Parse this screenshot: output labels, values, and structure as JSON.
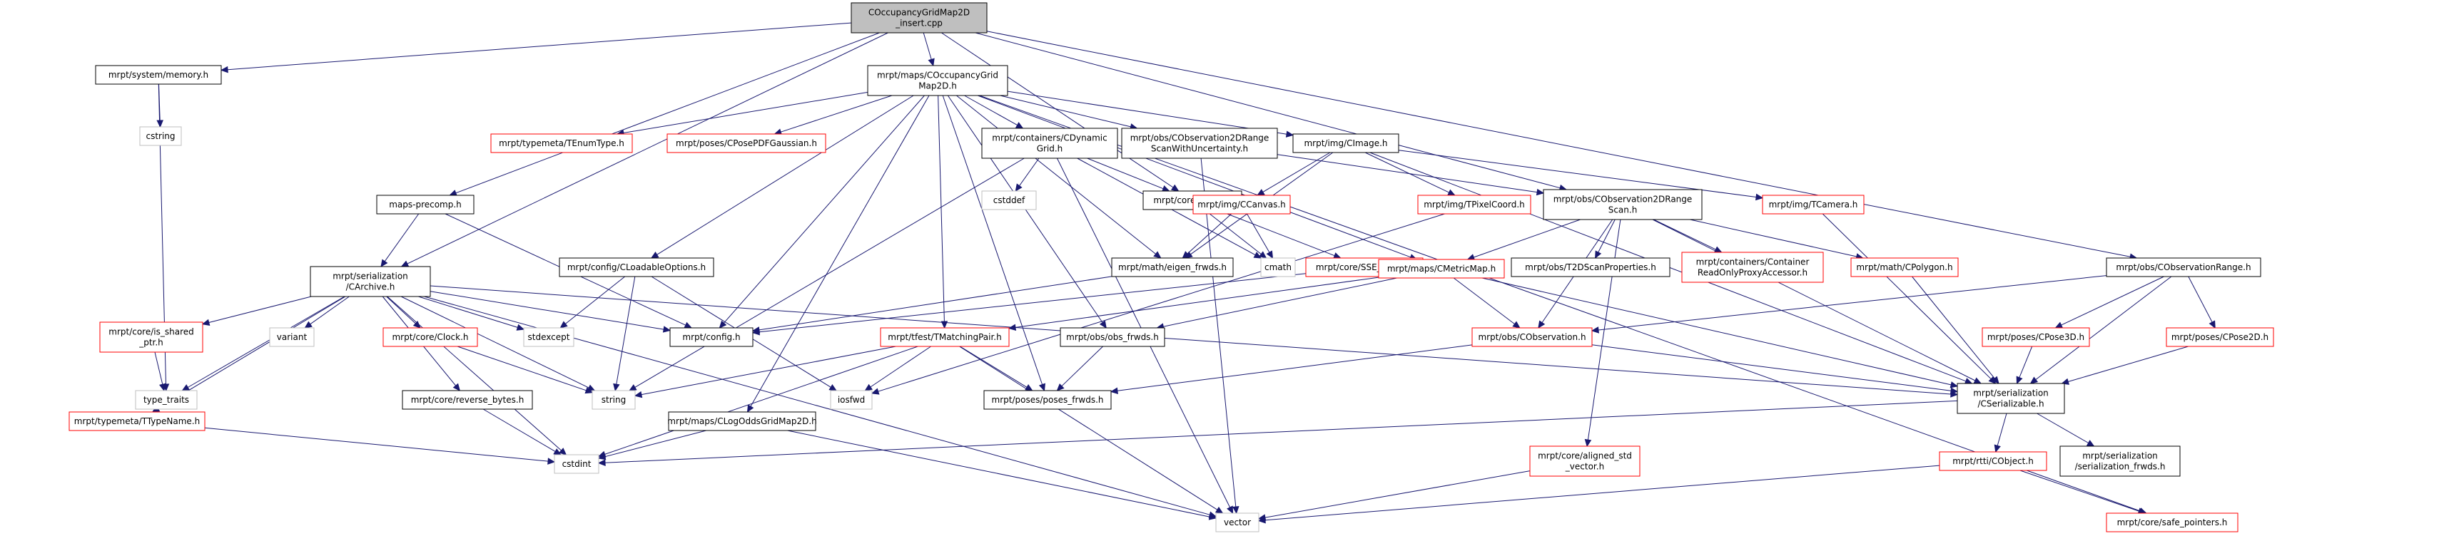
{
  "diagram": {
    "root": "COccupancyGridMap2D_insert.cpp",
    "nodes": [
      {
        "id": "root",
        "lines": [
          "COccupancyGridMap2D",
          "_insert.cpp"
        ],
        "style": "root"
      },
      {
        "id": "memory",
        "lines": [
          "mrpt/system/memory.h"
        ],
        "style": "black"
      },
      {
        "id": "cogm",
        "lines": [
          "mrpt/maps/COccupancyGrid",
          "Map2D.h"
        ],
        "style": "black"
      },
      {
        "id": "cstring",
        "lines": [
          "cstring"
        ],
        "style": "grey"
      },
      {
        "id": "tenum",
        "lines": [
          "mrpt/typemeta/TEnumType.h"
        ],
        "style": "red"
      },
      {
        "id": "cpdfg",
        "lines": [
          "mrpt/poses/CPosePDFGaussian.h"
        ],
        "style": "red"
      },
      {
        "id": "cdyn",
        "lines": [
          "mrpt/containers/CDynamic",
          "Grid.h"
        ],
        "style": "black"
      },
      {
        "id": "co2drsu",
        "lines": [
          "mrpt/obs/CObservation2DRange",
          "ScanWithUncertainty.h"
        ],
        "style": "black"
      },
      {
        "id": "cimage",
        "lines": [
          "mrpt/img/CImage.h"
        ],
        "style": "black"
      },
      {
        "id": "cstddef",
        "lines": [
          "cstddef"
        ],
        "style": "grey"
      },
      {
        "id": "round",
        "lines": [
          "mrpt/core/round.h"
        ],
        "style": "black"
      },
      {
        "id": "ccanvas",
        "lines": [
          "mrpt/img/CCanvas.h"
        ],
        "style": "red"
      },
      {
        "id": "tpixel",
        "lines": [
          "mrpt/img/TPixelCoord.h"
        ],
        "style": "red"
      },
      {
        "id": "co2drs",
        "lines": [
          "mrpt/obs/CObservation2DRange",
          "Scan.h"
        ],
        "style": "black"
      },
      {
        "id": "tcamera",
        "lines": [
          "mrpt/img/TCamera.h"
        ],
        "style": "red"
      },
      {
        "id": "mapsprecomp",
        "lines": [
          "maps-precomp.h"
        ],
        "style": "black"
      },
      {
        "id": "cloadable",
        "lines": [
          "mrpt/config/CLoadableOptions.h"
        ],
        "style": "black"
      },
      {
        "id": "eigenfwrds",
        "lines": [
          "mrpt/math/eigen_frwds.h"
        ],
        "style": "black"
      },
      {
        "id": "cmath",
        "lines": [
          "cmath"
        ],
        "style": "grey"
      },
      {
        "id": "sse",
        "lines": [
          "mrpt/core/SSE_types.h"
        ],
        "style": "red"
      },
      {
        "id": "cmetric",
        "lines": [
          "mrpt/maps/CMetricMap.h"
        ],
        "style": "red"
      },
      {
        "id": "t2dscan",
        "lines": [
          "mrpt/obs/T2DScanProperties.h"
        ],
        "style": "black"
      },
      {
        "id": "roproxy",
        "lines": [
          "mrpt/containers/Container",
          "ReadOnlyProxyAccessor.h"
        ],
        "style": "red"
      },
      {
        "id": "cpolygon",
        "lines": [
          "mrpt/math/CPolygon.h"
        ],
        "style": "red"
      },
      {
        "id": "cobsrange",
        "lines": [
          "mrpt/obs/CObservationRange.h"
        ],
        "style": "black"
      },
      {
        "id": "carchive",
        "lines": [
          "mrpt/serialization",
          "/CArchive.h"
        ],
        "style": "black"
      },
      {
        "id": "config",
        "lines": [
          "mrpt/config.h"
        ],
        "style": "black"
      },
      {
        "id": "stdexcept",
        "lines": [
          "stdexcept"
        ],
        "style": "grey"
      },
      {
        "id": "isshared",
        "lines": [
          "mrpt/core/is_shared",
          "_ptr.h"
        ],
        "style": "red"
      },
      {
        "id": "variant",
        "lines": [
          "variant"
        ],
        "style": "grey"
      },
      {
        "id": "clock",
        "lines": [
          "mrpt/core/Clock.h"
        ],
        "style": "red"
      },
      {
        "id": "tmatching",
        "lines": [
          "mrpt/tfest/TMatchingPair.h"
        ],
        "style": "red"
      },
      {
        "id": "obsfrwds",
        "lines": [
          "mrpt/obs/obs_frwds.h"
        ],
        "style": "black"
      },
      {
        "id": "cobservation",
        "lines": [
          "mrpt/obs/CObservation.h"
        ],
        "style": "red"
      },
      {
        "id": "cpose3d",
        "lines": [
          "mrpt/poses/CPose3D.h"
        ],
        "style": "red"
      },
      {
        "id": "cpose2d",
        "lines": [
          "mrpt/poses/CPose2D.h"
        ],
        "style": "red"
      },
      {
        "id": "typetraits",
        "lines": [
          "type_traits"
        ],
        "style": "grey"
      },
      {
        "id": "string",
        "lines": [
          "string"
        ],
        "style": "grey"
      },
      {
        "id": "iosfwd",
        "lines": [
          "iosfwd"
        ],
        "style": "grey"
      },
      {
        "id": "ttypename",
        "lines": [
          "mrpt/typemeta/TTypeName.h"
        ],
        "style": "red"
      },
      {
        "id": "revbytes",
        "lines": [
          "mrpt/core/reverse_bytes.h"
        ],
        "style": "black"
      },
      {
        "id": "clogodds",
        "lines": [
          "mrpt/maps/CLogOddsGridMap2D.h"
        ],
        "style": "black"
      },
      {
        "id": "posesfrwds",
        "lines": [
          "mrpt/poses/poses_frwds.h"
        ],
        "style": "black"
      },
      {
        "id": "cserializable",
        "lines": [
          "mrpt/serialization",
          "/CSerializable.h"
        ],
        "style": "black"
      },
      {
        "id": "cstdint",
        "lines": [
          "cstdint"
        ],
        "style": "grey"
      },
      {
        "id": "alignedstd",
        "lines": [
          "mrpt/core/aligned_std",
          "_vector.h"
        ],
        "style": "red"
      },
      {
        "id": "crtti",
        "lines": [
          "mrpt/rtti/CObject.h"
        ],
        "style": "red"
      },
      {
        "id": "serialfrwds",
        "lines": [
          "mrpt/serialization",
          "/serialization_frwds.h"
        ],
        "style": "black"
      },
      {
        "id": "vector",
        "lines": [
          "vector"
        ],
        "style": "grey"
      },
      {
        "id": "safeptr",
        "lines": [
          "mrpt/core/safe_pointers.h"
        ],
        "style": "red"
      }
    ],
    "edges": [
      [
        "root",
        "memory"
      ],
      [
        "root",
        "cogm"
      ],
      [
        "root",
        "carchive"
      ],
      [
        "root",
        "round"
      ],
      [
        "root",
        "co2drs"
      ],
      [
        "root",
        "cobsrange"
      ],
      [
        "root",
        "mapsprecomp"
      ],
      [
        "memory",
        "cstring"
      ],
      [
        "memory",
        "typetraits"
      ],
      [
        "cogm",
        "tenum"
      ],
      [
        "cogm",
        "cpdfg"
      ],
      [
        "cogm",
        "cdyn"
      ],
      [
        "cogm",
        "co2drsu"
      ],
      [
        "cogm",
        "cimage"
      ],
      [
        "cogm",
        "cloadable"
      ],
      [
        "cogm",
        "config"
      ],
      [
        "cogm",
        "cmetric"
      ],
      [
        "cogm",
        "tmatching"
      ],
      [
        "cogm",
        "obsfrwds"
      ],
      [
        "cogm",
        "clogodds"
      ],
      [
        "cogm",
        "posesfrwds"
      ],
      [
        "cogm",
        "safeptr"
      ],
      [
        "cogm",
        "eigenfwrds"
      ],
      [
        "cdyn",
        "cstddef"
      ],
      [
        "cdyn",
        "round"
      ],
      [
        "cdyn",
        "cmath"
      ],
      [
        "cdyn",
        "string"
      ],
      [
        "cdyn",
        "vector"
      ],
      [
        "co2drsu",
        "co2drs"
      ],
      [
        "co2drsu",
        "vector"
      ],
      [
        "cimage",
        "ccanvas"
      ],
      [
        "cimage",
        "tpixel"
      ],
      [
        "cimage",
        "tcamera"
      ],
      [
        "cimage",
        "eigenfwrds"
      ],
      [
        "cimage",
        "cserializable"
      ],
      [
        "ccanvas",
        "cmath"
      ],
      [
        "ccanvas",
        "eigenfwrds"
      ],
      [
        "round",
        "cmath"
      ],
      [
        "round",
        "sse"
      ],
      [
        "tpixel",
        "iosfwd"
      ],
      [
        "co2drs",
        "cmetric"
      ],
      [
        "co2drs",
        "t2dscan"
      ],
      [
        "co2drs",
        "roproxy"
      ],
      [
        "co2drs",
        "cpolygon"
      ],
      [
        "co2drs",
        "cobservation"
      ],
      [
        "co2drs",
        "cserializable"
      ],
      [
        "co2drs",
        "alignedstd"
      ],
      [
        "tcamera",
        "cserializable"
      ],
      [
        "mapsprecomp",
        "carchive"
      ],
      [
        "mapsprecomp",
        "config"
      ],
      [
        "cloadable",
        "stdexcept"
      ],
      [
        "cloadable",
        "string"
      ],
      [
        "cloadable",
        "iosfwd"
      ],
      [
        "eigenfwrds",
        "config"
      ],
      [
        "sse",
        "config"
      ],
      [
        "cmetric",
        "tmatching"
      ],
      [
        "cmetric",
        "obsfrwds"
      ],
      [
        "cmetric",
        "cobservation"
      ],
      [
        "cmetric",
        "cserializable"
      ],
      [
        "cpolygon",
        "cserializable"
      ],
      [
        "cobsrange",
        "cobservation"
      ],
      [
        "cobsrange",
        "cpose3d"
      ],
      [
        "cobsrange",
        "cpose2d"
      ],
      [
        "cobsrange",
        "cserializable"
      ],
      [
        "carchive",
        "config"
      ],
      [
        "carchive",
        "stdexcept"
      ],
      [
        "carchive",
        "isshared"
      ],
      [
        "carchive",
        "variant"
      ],
      [
        "carchive",
        "clock"
      ],
      [
        "carchive",
        "typetraits"
      ],
      [
        "carchive",
        "string"
      ],
      [
        "carchive",
        "ttypename"
      ],
      [
        "carchive",
        "revbytes"
      ],
      [
        "carchive",
        "cstdint"
      ],
      [
        "carchive",
        "vector"
      ],
      [
        "carchive",
        "cserializable"
      ],
      [
        "isshared",
        "typetraits"
      ],
      [
        "clock",
        "string"
      ],
      [
        "tmatching",
        "string"
      ],
      [
        "tmatching",
        "iosfwd"
      ],
      [
        "tmatching",
        "posesfrwds"
      ],
      [
        "tmatching",
        "cstdint"
      ],
      [
        "tmatching",
        "vector"
      ],
      [
        "obsfrwds",
        "posesfrwds"
      ],
      [
        "cobservation",
        "posesfrwds"
      ],
      [
        "cobservation",
        "cserializable"
      ],
      [
        "cpose3d",
        "cserializable"
      ],
      [
        "cpose2d",
        "cserializable"
      ],
      [
        "ttypename",
        "cstdint"
      ],
      [
        "revbytes",
        "cstdint"
      ],
      [
        "clogodds",
        "cstdint"
      ],
      [
        "clogodds",
        "vector"
      ],
      [
        "cserializable",
        "cstdint"
      ],
      [
        "cserializable",
        "crtti"
      ],
      [
        "cserializable",
        "serialfrwds"
      ],
      [
        "alignedstd",
        "vector"
      ],
      [
        "crtti",
        "vector"
      ],
      [
        "crtti",
        "safeptr"
      ]
    ]
  }
}
